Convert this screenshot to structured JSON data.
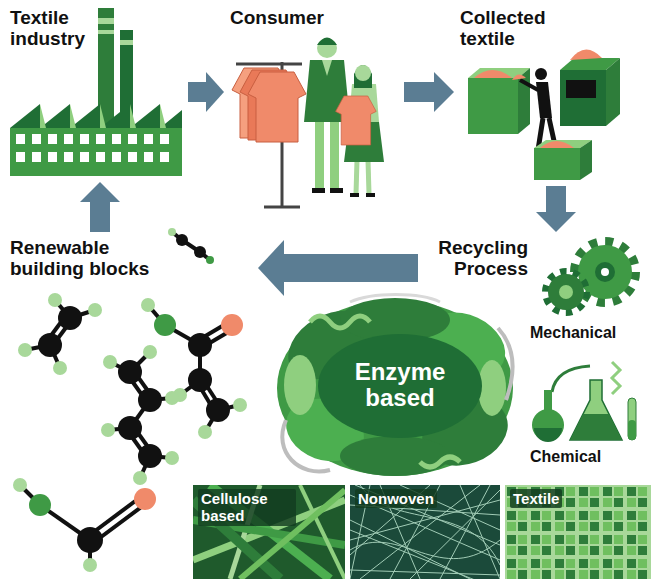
{
  "diagram": {
    "nodes": [
      {
        "text": [
          "Textile industry"
        ]
      },
      {
        "text": [
          "Consumer"
        ]
      },
      {
        "text": [
          "Collected textile"
        ]
      },
      {
        "text": [
          "Renewable building blocks"
        ]
      },
      {
        "text": [
          "Recycling Process"
        ]
      },
      {
        "text": [
          "Enzyme based"
        ]
      },
      {
        "text": [
          "Cellulose based"
        ]
      },
      {
        "text": [
          "Nonwoven"
        ]
      },
      {
        "text": [
          "Textile"
        ]
      }
    ],
    "edges": [
      {
        "from": 0,
        "to": 1,
        "arrow": "to"
      },
      {
        "from": 1,
        "to": 2,
        "arrow": "to"
      },
      {
        "from": 2,
        "to": 4,
        "arrow": "to"
      },
      {
        "from": 4,
        "to": 3,
        "arrow": "to"
      },
      {
        "from": 3,
        "to": 0,
        "arrow": "to"
      }
    ],
    "labels": [
      "Mechanical",
      "Chemical"
    ]
  }
}
